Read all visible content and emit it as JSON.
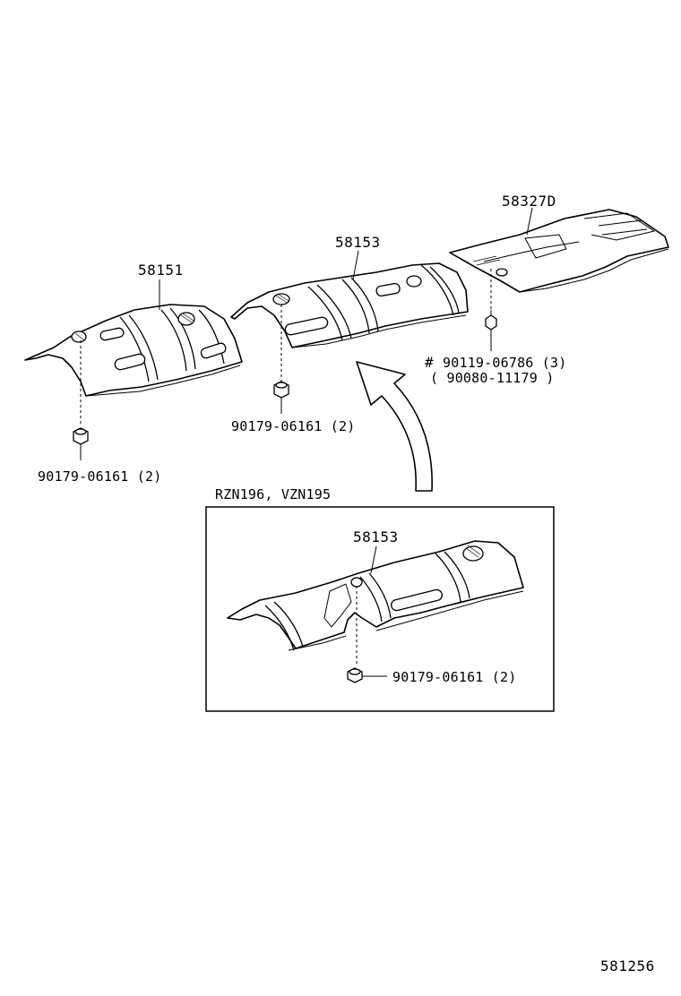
{
  "labels": {
    "part_58151": "58151",
    "part_58153": "58153",
    "part_58327d": "58327D",
    "nut_left": "90179-06161 (2)",
    "nut_middle": "90179-06161 (2)",
    "bolt_mark": "#",
    "bolt_primary": "90119-06786 (3)",
    "bolt_alt": "( 90080-11179 )",
    "inset_title": "RZN196, VZN195",
    "inset_part": "58153",
    "inset_nut": "90179-06161 (2)",
    "figure_number": "581256"
  }
}
